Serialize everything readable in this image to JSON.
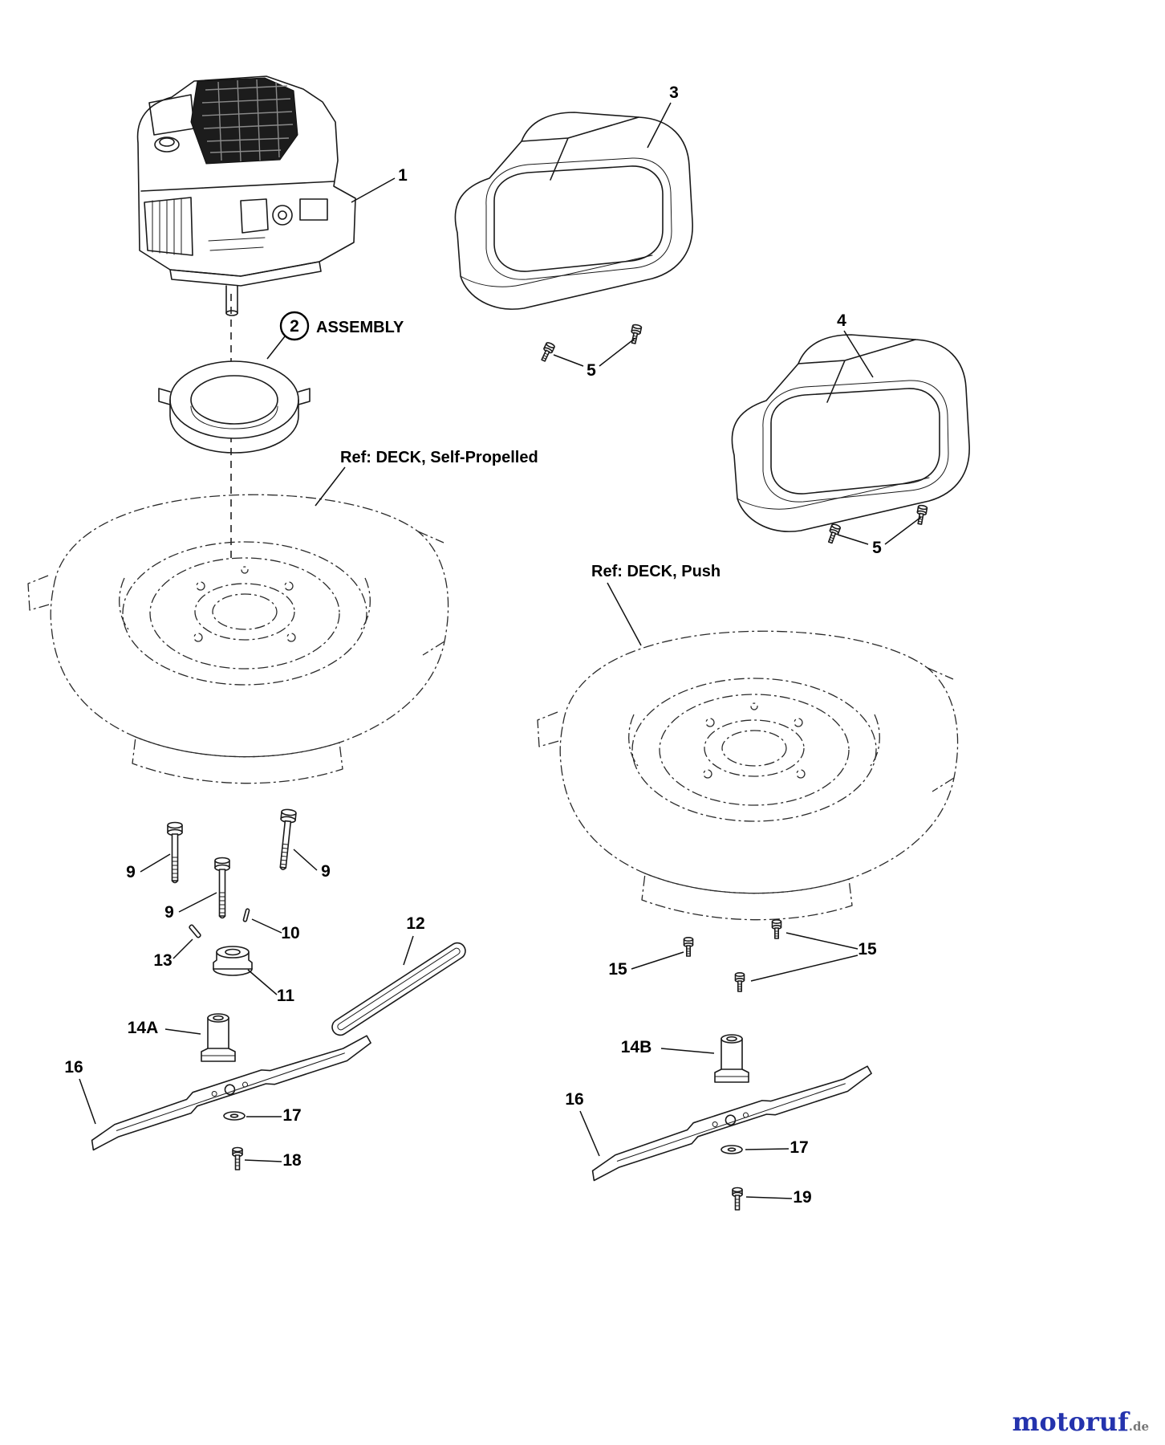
{
  "diagram": {
    "callouts": {
      "engine": "1",
      "assembly_circle": "2",
      "assembly_text": "ASSEMBLY",
      "cover_large": "3",
      "cover_small": "4",
      "cover_screws_a": "5",
      "cover_screws_b": "5",
      "ref_deck_self_propelled": "Ref: DECK, Self-Propelled",
      "ref_deck_push": "Ref: DECK, Push",
      "engine_bolt_a": "9",
      "engine_bolt_b": "9",
      "engine_bolt_c": "9",
      "pin": "10",
      "grommet": "11",
      "belt": "12",
      "key": "13",
      "adapter_sp": "14A",
      "adapter_push": "14B",
      "deck_screw_a": "15",
      "deck_screw_b": "15",
      "blade_sp": "16",
      "blade_push": "16",
      "washer_sp": "17",
      "washer_push": "17",
      "blade_bolt_sp": "18",
      "blade_bolt_push": "19"
    },
    "line_color": "#1a1a1a"
  },
  "watermark": {
    "brand": "motoruf",
    "tld": ".de",
    "brand_color": "#2433ad",
    "tld_color": "#777777"
  }
}
